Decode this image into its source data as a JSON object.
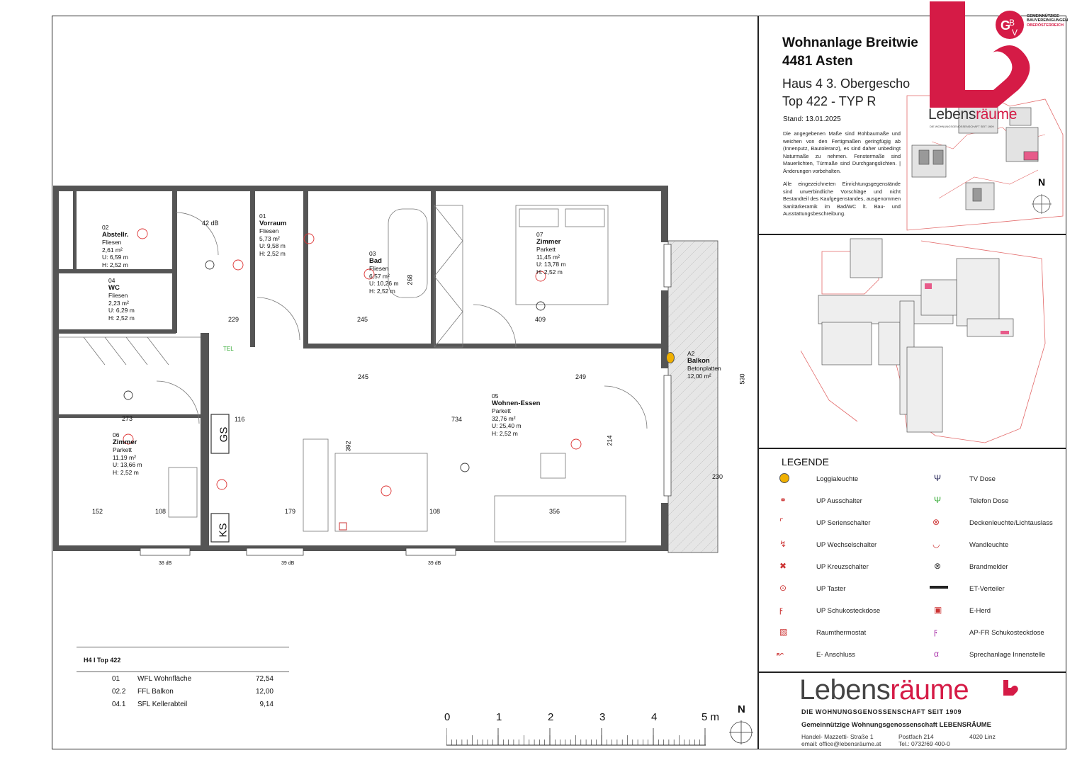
{
  "header": {
    "title_line1": "Wohnanlage Breitwie",
    "title_line2": "4481 Asten",
    "sub_line1": "Haus 4 3. Obergescho",
    "sub_line2": "Top 422 - TYP R",
    "date": "Stand: 13.01.2025",
    "note1": "Die angegebenen Maße sind Rohbaumaße und weichen von den Fertigmaßen geringfügig ab (Innenputz, Bautoleranz), es sind daher unbedingt Naturmaße zu nehmen. Fenstermaße sind Mauerlichten, Türmaße sind Durchgangslichten. | Änderungen vorbehalten.",
    "note2": "Alle eingezeichneten Einrichtungsgegenstände sind unverbindliche Vorschläge und nicht Bestandteil des Kaufgegenstandes, ausgenommen Sanitärkeramik im Bad/WC lt. Bau- und Ausstattungsbeschreibung."
  },
  "logo": {
    "gbv_lines": [
      "GEMEINNÜTZIGE",
      "BAUVEREINIGUNGEN",
      "OBERÖSTERREICH"
    ],
    "small_brand_a": "Lebens",
    "small_brand_b": "räume",
    "small_tag": "DIE WOHNUNGSGENOSSENSCHAFT SEIT 1909",
    "big_brand_a": "Lebens",
    "big_brand_b": "räume",
    "big_tag": "DIE WOHNUNGSGENOSSENSCHAFT SEIT 1909",
    "company": "Gemeinnützige Wohnungsgenossenschaft LEBENSRÄUME",
    "addr_street": "Handel- Mazzetti- Straße  1",
    "addr_email": "email: office@lebensräume.at",
    "addr_post": "Postfach 214",
    "addr_tel": "Tel.: 0732/69 400-0",
    "addr_city": "4020 Linz",
    "brand_color": "#d51b46"
  },
  "site_plan": {
    "north": "N"
  },
  "legend": {
    "title": "LEGENDE",
    "left": [
      {
        "icon": "loggia-light-icon",
        "label": "Loggialeuchte"
      },
      {
        "icon": "switch-icon",
        "label": "UP Ausschalter"
      },
      {
        "icon": "series-switch-icon",
        "label": "UP Serienschalter"
      },
      {
        "icon": "changeover-switch-icon",
        "label": "UP Wechselschalter"
      },
      {
        "icon": "cross-switch-icon",
        "label": "UP Kreuzschalter"
      },
      {
        "icon": "push-button-icon",
        "label": "UP Taster"
      },
      {
        "icon": "socket-icon",
        "label": "UP Schukosteckdose"
      },
      {
        "icon": "thermostat-icon",
        "label": "Raumthermostat"
      },
      {
        "icon": "e-connection-icon",
        "label": "E- Anschluss"
      }
    ],
    "right": [
      {
        "icon": "tv-socket-icon",
        "label": "TV Dose"
      },
      {
        "icon": "phone-socket-icon",
        "label": "Telefon Dose"
      },
      {
        "icon": "ceiling-light-icon",
        "label": "Deckenleuchte/Lichtauslass"
      },
      {
        "icon": "wall-light-icon",
        "label": "Wandleuchte"
      },
      {
        "icon": "smoke-detector-icon",
        "label": "Brandmelder"
      },
      {
        "icon": "distribution-icon",
        "label": "ET-Verteiler"
      },
      {
        "icon": "stove-icon",
        "label": "E-Herd"
      },
      {
        "icon": "surface-socket-icon",
        "label": "AP-FR Schukosteckdose"
      },
      {
        "icon": "intercom-icon",
        "label": "Sprechanlage Innenstelle"
      }
    ]
  },
  "areas": {
    "title": "H4 I Top 422",
    "rows": [
      {
        "code": "01",
        "label": "WFL Wohnfläche",
        "value": "72,54"
      },
      {
        "code": "02.2",
        "label": "FFL Balkon",
        "value": "12,00"
      },
      {
        "code": "04.1",
        "label": "SFL Kellerabteil",
        "value": "9,14"
      }
    ]
  },
  "scale": {
    "labels": [
      "0",
      "1",
      "2",
      "3",
      "4",
      "5 m"
    ],
    "north": "N"
  },
  "rooms": [
    {
      "num": "02",
      "name": "Abstellr.",
      "floor": "Fliesen",
      "area": "2,61 m²",
      "u": "U: 6,59 m",
      "h": "H: 2,52 m"
    },
    {
      "num": "04",
      "name": "WC",
      "floor": "Fliesen",
      "area": "2,23 m²",
      "u": "U: 6,29 m",
      "h": "H: 2,52 m"
    },
    {
      "num": "01",
      "name": "Vorraum",
      "floor": "Fliesen",
      "area": "5,73 m²",
      "u": "U: 9,58 m",
      "h": "H: 2,52 m"
    },
    {
      "num": "03",
      "name": "Bad",
      "floor": "Fliesen",
      "area": "6,57 m²",
      "u": "U: 10,26 m",
      "h": "H: 2,52 m"
    },
    {
      "num": "07",
      "name": "Zimmer",
      "floor": "Parkett",
      "area": "11,45 m²",
      "u": "U: 13,78 m",
      "h": "H: 2,52 m"
    },
    {
      "num": "06",
      "name": "Zimmer",
      "floor": "Parkett",
      "area": "11,19 m²",
      "u": "U: 13,66 m",
      "h": "H: 2,52 m"
    },
    {
      "num": "05",
      "name": "Wohnen-Essen",
      "floor": "Parkett",
      "area": "32,76 m²",
      "u": "U: 25,40 m",
      "h": "H: 2,52 m"
    },
    {
      "num": "A2",
      "name": "Balkon",
      "floor": "Betonplatten",
      "area": "12,00 m²",
      "u": "",
      "h": ""
    }
  ],
  "dims": {
    "d273": "273",
    "d734": "734",
    "d530": "530",
    "d230": "230",
    "d356": "356",
    "d245a": "245",
    "d245b": "245",
    "d249": "249",
    "d409": "409",
    "d229": "229",
    "d152": "152",
    "d179": "179",
    "d108a": "108",
    "d108b": "108",
    "d116": "116",
    "d392": "392",
    "d268": "268",
    "d214": "214",
    "d42db": "42 dB",
    "d38db": "38 dB",
    "d39db_a": "39 dB",
    "d39db_b": "39 dB",
    "gs": "GS",
    "ks": "KS",
    "tel": "TEL"
  }
}
